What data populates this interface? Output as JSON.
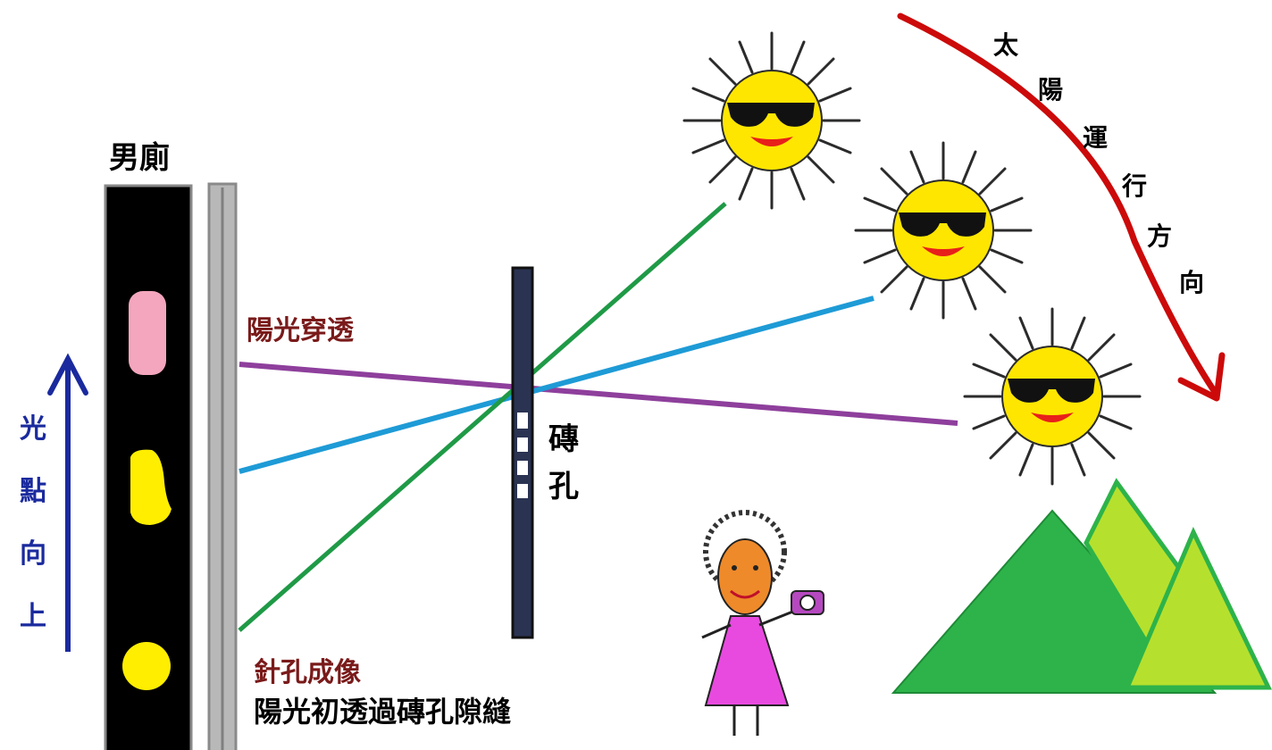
{
  "labels": {
    "restroom": "男廁",
    "sunlight_through": "陽光穿透",
    "brick_hole": [
      "磚",
      "孔"
    ],
    "pinhole_title": "針孔成像",
    "pinhole_desc": "陽光初透過磚孔隙縫",
    "light_up": [
      "光",
      "點",
      "向",
      "上"
    ],
    "sun_direction": [
      "太",
      "陽",
      "運",
      "行",
      "方",
      "向"
    ]
  },
  "colors": {
    "wall_black": "#000000",
    "wall_gray": "#b8b8b8",
    "pink_spot": "#f3a6bd",
    "yellow_spot": "#ffee00",
    "sun_face": "#ffe600",
    "ray_purple": "#8e3f9c",
    "ray_blue": "#1e9bd6",
    "ray_green": "#1f9a46",
    "arrow_red": "#cc0a0a",
    "arrow_blue": "#1a2a9e",
    "label_maroon": "#7a1a1a",
    "mountain_dark": "#2db34a",
    "mountain_light": "#b6e02e",
    "dress": "#e84ae0",
    "face": "#ee8a2a"
  },
  "icons": [
    "sun-with-sunglasses",
    "mountains",
    "person-with-camera"
  ]
}
